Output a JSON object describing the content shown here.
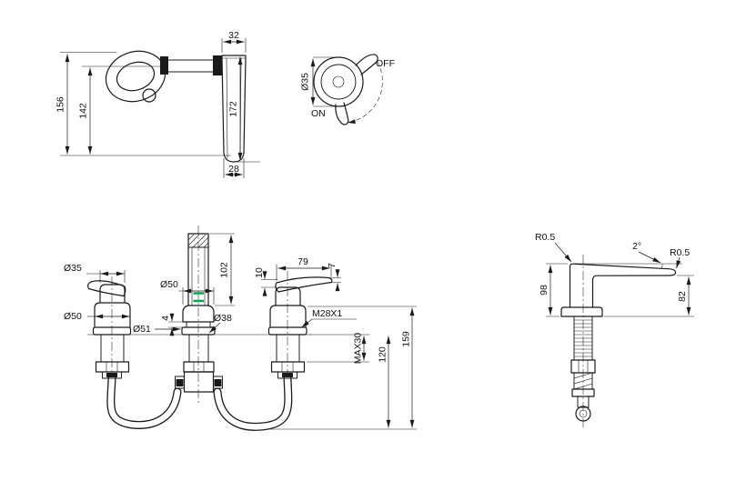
{
  "drawing": {
    "bg": "#ffffff",
    "ink": "#1a1a1a",
    "accent_green": "#00a651",
    "views": {
      "handle_side": {
        "dims": {
          "top_width": "32",
          "height_total_handle": "156",
          "height_lever": "142",
          "height_body": "172",
          "bottom_width": "28"
        }
      },
      "handle_front": {
        "dims": {
          "handle_dia": "Ø35"
        },
        "labels": {
          "off": "OFF",
          "on": "ON"
        }
      },
      "front": {
        "dims": {
          "left_handle_dia": "Ø35",
          "left_body_dia": "Ø50",
          "spout_base_dia": "Ø50",
          "spout_height": "102",
          "base_gap": "4",
          "escutcheon_dia": "Ø51",
          "shank_dia": "Ø38",
          "lever_rise": "10",
          "lever_length": "79",
          "lever_tip": "7",
          "thread": "M28X1",
          "deck_thickness_max": "MAX30",
          "below_deck_depth": "120",
          "overall_depth": "159"
        }
      },
      "spout_side": {
        "dims": {
          "radius_top": "R0.5",
          "taper_angle": "2°",
          "radius_tip": "R0.5",
          "spout_height": "98",
          "tip_height": "82"
        }
      }
    }
  }
}
